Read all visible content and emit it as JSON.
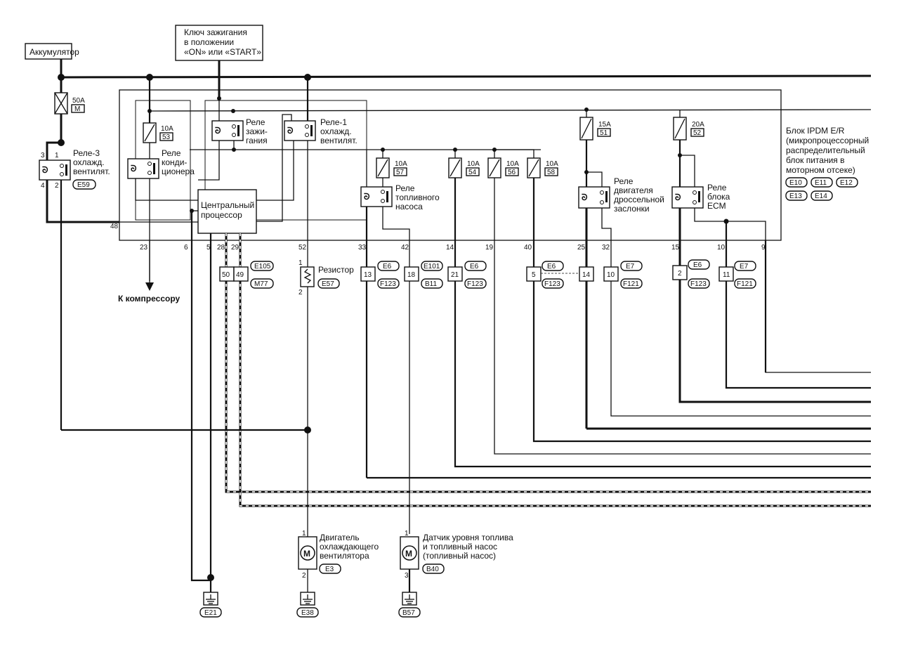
{
  "title_blocks": {
    "battery": "Аккумулятор",
    "ignition_key": [
      "Ключ зажигания",
      "в положении",
      "«ON» или «START»"
    ]
  },
  "ipdm": {
    "title": [
      "Блок IPDM E/R",
      "(микропроцессорный",
      "распределительный",
      "блок питания в",
      "моторном отсеке)"
    ],
    "connectors_line1": [
      "E10",
      "E11",
      "E12"
    ],
    "connectors_line2": [
      "E13",
      "E14"
    ]
  },
  "main_fuse": {
    "rating": "50A",
    "id": "M"
  },
  "relays": {
    "relay3": {
      "label": [
        "Реле-3",
        "охлажд.",
        "вентилят."
      ],
      "connector": "E59",
      "pins": [
        "3",
        "1",
        "4",
        "2"
      ]
    },
    "ac": {
      "label": [
        "Реле",
        "конди-",
        "ционера"
      ]
    },
    "ignition": {
      "label": [
        "Реле",
        "зажи-",
        "гания"
      ]
    },
    "fan1": {
      "label": [
        "Реле-1",
        "охлажд.",
        "вентилят."
      ]
    },
    "fuel_pump": {
      "label": [
        "Реле",
        "топливного",
        "насоса"
      ]
    },
    "throttle": {
      "label": [
        "Реле",
        "двигателя",
        "дроссельной",
        "заслонки"
      ]
    },
    "ecm": {
      "label": [
        "Реле",
        "блока",
        "ECM"
      ]
    }
  },
  "fuses": [
    {
      "rating": "10A",
      "id": "53"
    },
    {
      "rating": "10A",
      "id": "57"
    },
    {
      "rating": "10A",
      "id": "54"
    },
    {
      "rating": "10A",
      "id": "56"
    },
    {
      "rating": "10A",
      "id": "58"
    },
    {
      "rating": "15A",
      "id": "51"
    },
    {
      "rating": "20A",
      "id": "52"
    }
  ],
  "cpu": {
    "label": [
      "Центральный",
      "процессор"
    ]
  },
  "ipdm_pins": [
    "48",
    "23",
    "6",
    "5",
    "28",
    "29",
    "52",
    "33",
    "42",
    "14",
    "19",
    "40",
    "25",
    "32",
    "15",
    "10",
    "9"
  ],
  "compressor": "К компрессору",
  "resistor": {
    "label": "Резистор",
    "connector": "E57",
    "pins": [
      "1",
      "2"
    ]
  },
  "joint_connectors": [
    {
      "pin": "50",
      "top": "E105",
      "bottom": "M77",
      "pin2": "49"
    },
    {
      "pin": "13",
      "top": "E6",
      "bottom": "F123"
    },
    {
      "pin": "18",
      "top": "E101",
      "bottom": "B11"
    },
    {
      "pin": "21",
      "top": "E6",
      "bottom": "F123"
    },
    {
      "pin": "5",
      "top": "E6",
      "bottom": "F123"
    },
    {
      "pin": "14",
      "top": "",
      "bottom": ""
    },
    {
      "pin": "10",
      "top": "E7",
      "bottom": "F121"
    },
    {
      "pin": "2",
      "top": "E6",
      "bottom": "F123"
    },
    {
      "pin": "11",
      "top": "E7",
      "bottom": "F121"
    }
  ],
  "fan_motor": {
    "label": [
      "Двигатель",
      "охлаждающего",
      "вентилятора"
    ],
    "connector": "E3",
    "pins": [
      "1",
      "2"
    ],
    "symbol": "M"
  },
  "fuel_sender": {
    "label": [
      "Датчик уровня топлива",
      "и топливный насос",
      "(топливный насос)"
    ],
    "connector": "B40",
    "pins": [
      "1",
      "3"
    ],
    "symbol": "M"
  },
  "grounds": [
    "E21",
    "E38",
    "B57"
  ]
}
